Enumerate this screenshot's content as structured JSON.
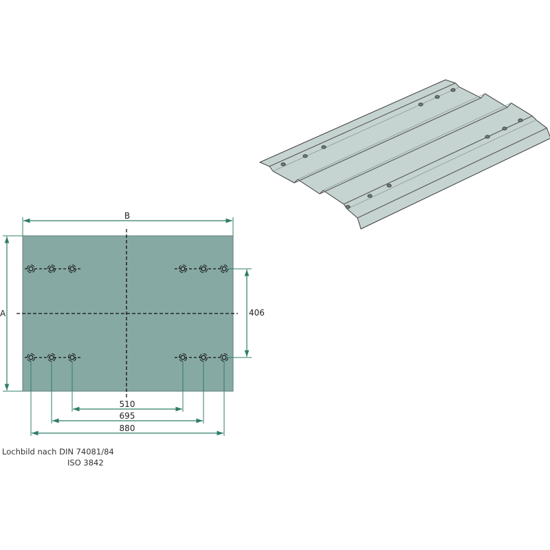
{
  "drawing": {
    "dimensions": {
      "width_label": "B",
      "height_label": "A",
      "hole_row_spacing": "406",
      "inner_hole_spacing": "510",
      "middle_hole_spacing": "695",
      "outer_hole_spacing": "880"
    },
    "note_line1": "Lochbild nach DIN 74081/84",
    "note_line2": "ISO 3842"
  },
  "colors": {
    "plate": "#87a9a3",
    "dimension": "#2f7c68",
    "sheet_3d": "#c6d4d1"
  }
}
